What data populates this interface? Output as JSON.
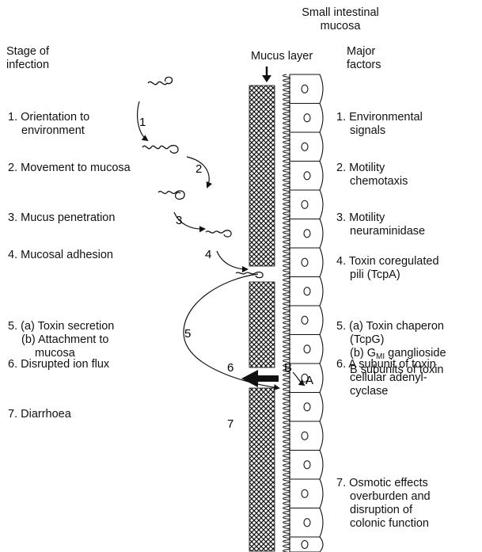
{
  "headers": {
    "mucosa": [
      "Small intestinal",
      "mucosa"
    ],
    "stage": [
      "Stage of",
      "infection"
    ],
    "mucus_layer": "Mucus layer",
    "factors": [
      "Major",
      "factors"
    ]
  },
  "stages": [
    {
      "lines": [
        "1. Orientation to",
        "environment"
      ]
    },
    {
      "lines": [
        "2. Movement to mucosa"
      ]
    },
    {
      "lines": [
        "3. Mucus penetration"
      ]
    },
    {
      "lines": [
        "4. Mucosal adhesion"
      ]
    },
    {
      "lines": [
        "5. (a) Toxin secretion",
        "(b) Attachment to",
        "mucosa"
      ]
    },
    {
      "lines": [
        "6. Disrupted ion flux"
      ]
    },
    {
      "lines": [
        "7. Diarrhoea"
      ]
    }
  ],
  "factors": [
    {
      "lines": [
        "1. Environmental",
        "signals"
      ]
    },
    {
      "lines": [
        "2. Motility",
        "chemotaxis"
      ]
    },
    {
      "lines": [
        "3. Motility",
        "neuraminidase"
      ]
    },
    {
      "lines": [
        "4. Toxin coregulated",
        "pili (TcpA)"
      ]
    },
    {
      "lines": [
        "5. (a) Toxin chaperon",
        "(TcpG)"
      ],
      "g_line": {
        "pre": "(b) G",
        "sub": "MI",
        "post": " ganglioside"
      },
      "after": [
        "B subunits of toxin"
      ]
    },
    {
      "lines": [
        "6. A subunit of toxin",
        "cellular adenyl-",
        "cyclase"
      ]
    },
    {
      "lines": [
        "7. Osmotic effects",
        "overburden and",
        "disruption of",
        "colonic function"
      ]
    }
  ],
  "diagram_labels": {
    "step1": "1",
    "step2": "2",
    "step3": "3",
    "step4": "4",
    "step5": "5",
    "step6": "6",
    "step7": "7",
    "subunit_a": "A",
    "subunit_b": "B"
  }
}
